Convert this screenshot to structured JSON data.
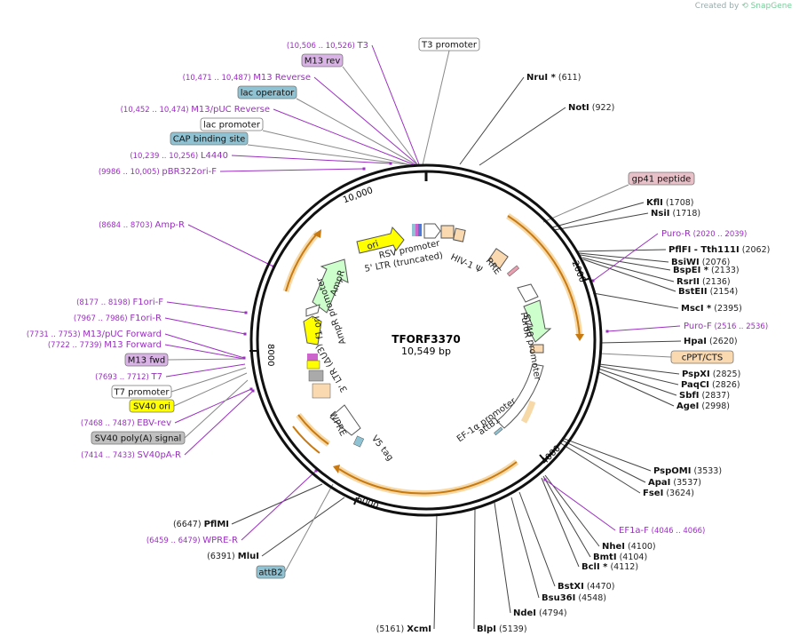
{
  "app": {
    "credit_prefix": "Created by",
    "credit_brand": "SnapGene"
  },
  "plasmid": {
    "name": "TFORF3370",
    "length_label": "10,549 bp",
    "total_bp": 10549
  },
  "ticks": [
    {
      "label": "2000",
      "bp": 2000
    },
    {
      "label": "4000",
      "bp": 4000
    },
    {
      "label": "6000",
      "bp": 6000
    },
    {
      "label": "8000",
      "bp": 8000
    },
    {
      "label": "10,000",
      "bp": 10000
    }
  ],
  "restriction_sites": [
    {
      "name": "NruI",
      "star": true,
      "pos": "(611)"
    },
    {
      "name": "NotI",
      "star": false,
      "pos": "(922)"
    },
    {
      "name": "KflI",
      "star": false,
      "pos": "(1708)"
    },
    {
      "name": "NsiI",
      "star": false,
      "pos": "(1718)"
    },
    {
      "name": "PflFI - Tth111I",
      "star": false,
      "pos": "(2062)"
    },
    {
      "name": "BsiWI",
      "star": false,
      "pos": "(2076)"
    },
    {
      "name": "BspEI",
      "star": true,
      "pos": "(2133)"
    },
    {
      "name": "RsrII",
      "star": false,
      "pos": "(2136)"
    },
    {
      "name": "BstEII",
      "star": false,
      "pos": "(2154)"
    },
    {
      "name": "MscI",
      "star": true,
      "pos": "(2395)"
    },
    {
      "name": "HpaI",
      "star": false,
      "pos": "(2620)"
    },
    {
      "name": "PspXI",
      "star": false,
      "pos": "(2825)"
    },
    {
      "name": "PaqCI",
      "star": false,
      "pos": "(2826)"
    },
    {
      "name": "SbfI",
      "star": false,
      "pos": "(2837)"
    },
    {
      "name": "AgeI",
      "star": false,
      "pos": "(2998)"
    },
    {
      "name": "PspOMI",
      "star": false,
      "pos": "(3533)"
    },
    {
      "name": "ApaI",
      "star": false,
      "pos": "(3537)"
    },
    {
      "name": "FseI",
      "star": false,
      "pos": "(3624)"
    },
    {
      "name": "NheI",
      "star": false,
      "pos": "(4100)"
    },
    {
      "name": "BmtI",
      "star": false,
      "pos": "(4104)"
    },
    {
      "name": "BclI",
      "star": true,
      "pos": "(4112)"
    },
    {
      "name": "BstXI",
      "star": false,
      "pos": "(4470)"
    },
    {
      "name": "Bsu36I",
      "star": false,
      "pos": "(4548)"
    },
    {
      "name": "NdeI",
      "star": false,
      "pos": "(4794)"
    },
    {
      "name": "BlpI",
      "star": false,
      "pos": "(5139)"
    },
    {
      "name": "XcmI",
      "star": false,
      "pos": "(5161)"
    },
    {
      "name": "MluI",
      "star": false,
      "pos": "(6391)"
    },
    {
      "name": "PflMI",
      "star": false,
      "pos": "(6647)"
    }
  ],
  "primers": [
    {
      "name": "T3",
      "pos": "(10,506 .. 10,526)"
    },
    {
      "name": "M13 Reverse",
      "pos": "(10,471 .. 10,487)"
    },
    {
      "name": "M13/pUC Reverse",
      "pos": "(10,452 .. 10,474)"
    },
    {
      "name": "L4440",
      "pos": "(10,239 .. 10,256)"
    },
    {
      "name": "pBR322ori-F",
      "pos": "(9986 .. 10,005)"
    },
    {
      "name": "Amp-R",
      "pos": "(8684 .. 8703)"
    },
    {
      "name": "F1ori-F",
      "pos": "(8177 .. 8198)"
    },
    {
      "name": "F1ori-R",
      "pos": "(7967 .. 7986)"
    },
    {
      "name": "M13/pUC Forward",
      "pos": "(7731 .. 7753)"
    },
    {
      "name": "M13 Forward",
      "pos": "(7722 .. 7739)"
    },
    {
      "name": "T7",
      "pos": "(7693 .. 7712)"
    },
    {
      "name": "EBV-rev",
      "pos": "(7468 .. 7487)"
    },
    {
      "name": "SV40pA-R",
      "pos": "(7414 .. 7433)"
    },
    {
      "name": "WPRE-R",
      "pos": "(6459 .. 6479)"
    },
    {
      "name": "Puro-R",
      "pos": "(2020 .. 2039)"
    },
    {
      "name": "Puro-F",
      "pos": "(2516 .. 2536)"
    },
    {
      "name": "EF1a-F",
      "pos": "(4046 .. 4066)"
    }
  ],
  "feature_boxes": [
    {
      "label": "T3 promoter",
      "fill": "#ffffff"
    },
    {
      "label": "M13 rev",
      "fill": "#d9b3e6"
    },
    {
      "label": "lac operator",
      "fill": "#8fc3d3"
    },
    {
      "label": "lac promoter",
      "fill": "#ffffff"
    },
    {
      "label": "CAP binding site",
      "fill": "#8fc3d3"
    },
    {
      "label": "M13 fwd",
      "fill": "#d9b3e6"
    },
    {
      "label": "T7 promoter",
      "fill": "#ffffff"
    },
    {
      "label": "SV40 ori",
      "fill": "#ffff00"
    },
    {
      "label": "SV40 poly(A) signal",
      "fill": "#c0c0c0"
    },
    {
      "label": "attB2",
      "fill": "#8fc3d3"
    },
    {
      "label": "gp41 peptide",
      "fill": "#e8c0c8"
    },
    {
      "label": "cPPT/CTS",
      "fill": "#fbd9b0"
    }
  ],
  "inner_labels": [
    "ori",
    "AmpR",
    "AmpR promoter",
    "f1 ori",
    "3' LTR (ΔU3)",
    "WPRE",
    "V5 tag",
    "RSV promoter",
    "5' LTR (truncated)",
    "HIV-1 Ψ",
    "RRE",
    "PuroR",
    "SV40 promoter",
    "EF-1α promoter",
    "attB1"
  ],
  "colors": {
    "primer": "#9b2fc2",
    "orf": "#f0a030",
    "orf_border": "#c87a10",
    "ori": "#ffff00",
    "ampr": "#ccffcc",
    "promoter": "#ffffff",
    "ltr": "#fbd9b0",
    "backbone": "#111111",
    "leader_site": "#444444",
    "leader_primer": "#9b2fc2"
  }
}
